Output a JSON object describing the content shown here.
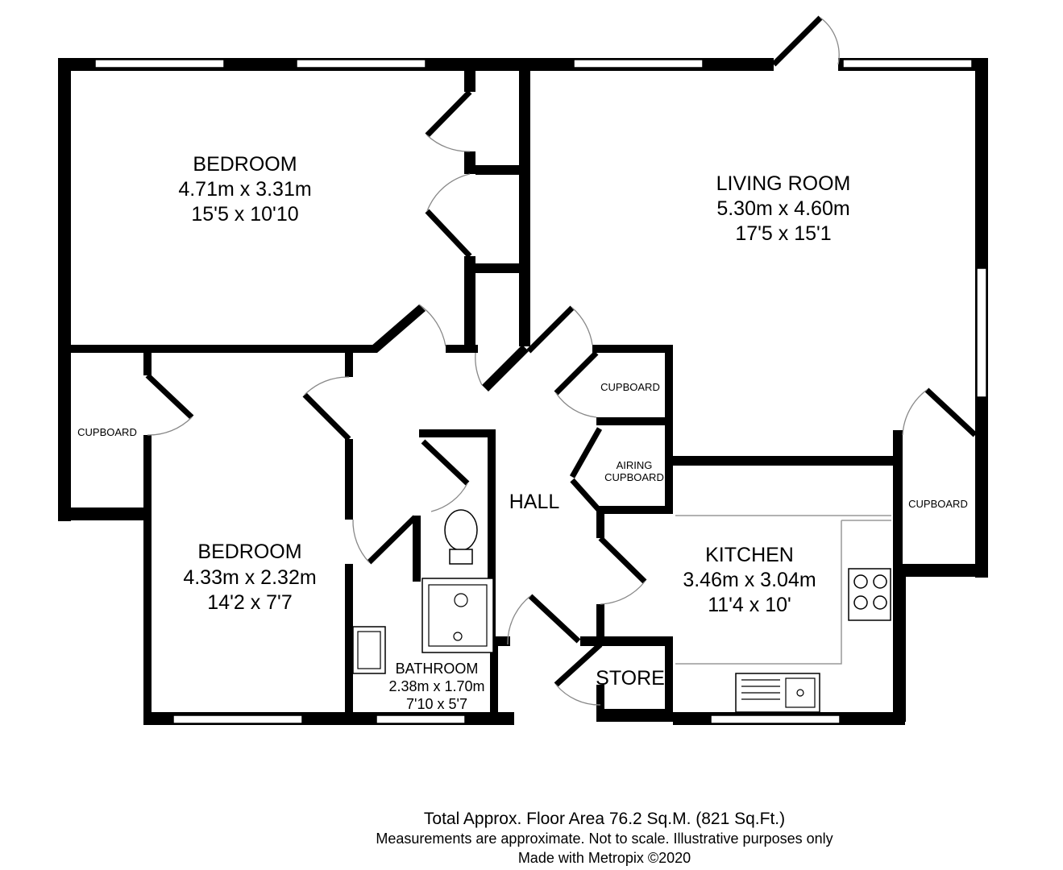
{
  "rooms": {
    "bedroom1": {
      "name": "BEDROOM",
      "metric": "4.71m x 3.31m",
      "imperial": "15'5 x 10'10"
    },
    "living": {
      "name": "LIVING ROOM",
      "metric": "5.30m x 4.60m",
      "imperial": "17'5 x 15'1"
    },
    "bedroom2": {
      "name": "BEDROOM",
      "metric": "4.33m x 2.32m",
      "imperial": "14'2 x 7'7"
    },
    "kitchen": {
      "name": "KITCHEN",
      "metric": "3.46m x 3.04m",
      "imperial": "11'4 x 10'"
    },
    "bathroom": {
      "name": "BATHROOM",
      "metric": "2.38m x 1.70m",
      "imperial": "7'10 x 5'7"
    },
    "hall": {
      "name": "HALL"
    },
    "store": {
      "name": "STORE"
    },
    "cupboard_bed2": {
      "name": "CUPBOARD"
    },
    "cupboard_hall": {
      "name": "CUPBOARD"
    },
    "airing_cupboard": {
      "line1": "AIRING",
      "line2": "CUPBOARD"
    },
    "cupboard_living": {
      "name": "CUPBOARD"
    }
  },
  "footer": {
    "total_area": "Total Approx. Floor Area 76.2 Sq.M. (821 Sq.Ft.)",
    "disclaimer": "Measurements are approximate.  Not to scale.  Illustrative purposes only",
    "credit": "Made with Metropix ©2020"
  },
  "colors": {
    "wall": "#000000",
    "fixture_line": "#999999",
    "door_swing": "#888888",
    "background": "#ffffff"
  }
}
